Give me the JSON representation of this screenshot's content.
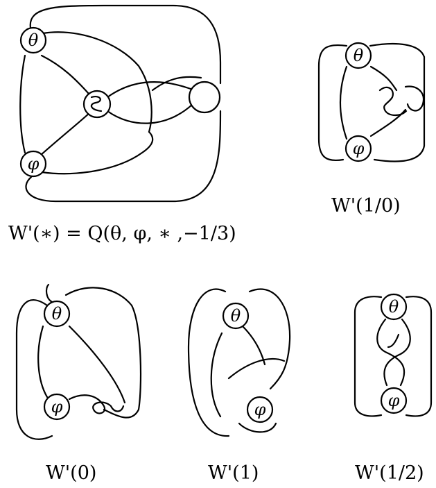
{
  "figure": {
    "main": {
      "theta": "θ",
      "phi": "φ",
      "caption": "W'(∗) = Q(θ, φ, ∗ ,−1/3)"
    },
    "w_1_0": {
      "theta": "θ",
      "phi": "φ",
      "caption": "W'(1/0)"
    },
    "w_0": {
      "theta": "θ",
      "phi": "φ",
      "caption": "W'(0)"
    },
    "w_1": {
      "theta": "θ",
      "phi": "φ",
      "caption": "W'(1)"
    },
    "w_1_2": {
      "theta": "θ",
      "phi": "φ",
      "caption": "W'(1/2)"
    }
  }
}
